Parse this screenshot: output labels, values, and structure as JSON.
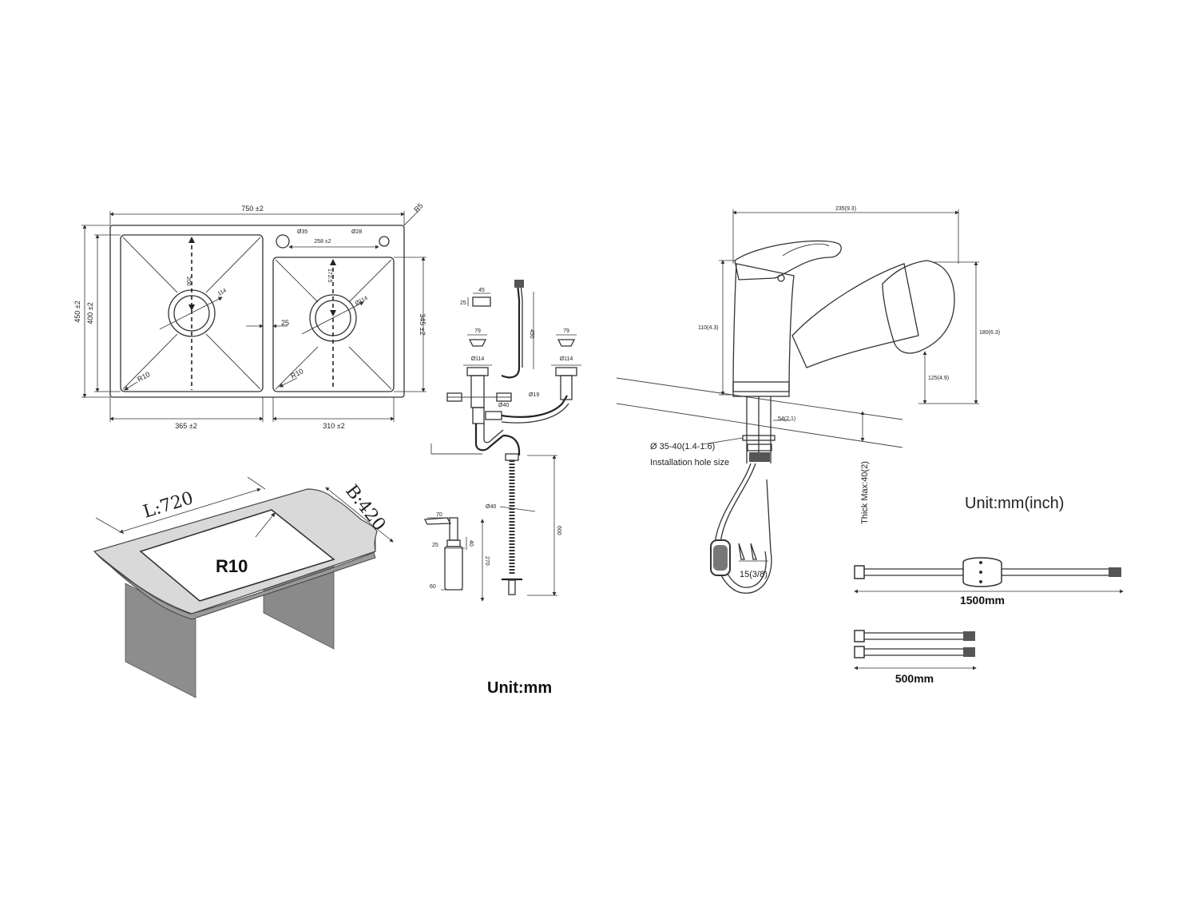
{
  "sink_top_view": {
    "overall_width": "750 ±2",
    "radius_corner": "R5",
    "overall_height": "450 ±2",
    "inner_height": "400 ±2",
    "right_height": "345 ±2",
    "left_bowl_width": "365 ±2",
    "right_bowl_width": "310 ±2",
    "tap_hole_diameter": "Ø35",
    "tap_hole_spacing": "258 ±2",
    "soap_hole_diameter": "Ø28",
    "left_drain_offset": "200",
    "right_drain_offset": "172.5",
    "left_drain_diameter": "114",
    "right_drain_diameter": "Ø114",
    "divider_width": "25",
    "left_bowl_radius": "R10",
    "right_bowl_radius": "R10"
  },
  "drain_kit": {
    "clip_width": "45",
    "clip_height": "25",
    "overflow_length": "450",
    "left_strainer_width": "79",
    "right_strainer_width": "79",
    "left_strainer_diameter": "Ø114",
    "right_strainer_diameter": "Ø114",
    "side_pipe_diameter": "Ø19",
    "outlet_diameter": "Ø40",
    "waste_pipe_diameter": "Ø40",
    "waste_pipe_length": "600",
    "unit": "Unit:mm"
  },
  "soap_dispenser": {
    "spout_length": "70",
    "neck_height": "40",
    "collar_width": "25",
    "total_height": "270",
    "bottle_width": "60"
  },
  "cutout_view": {
    "length_label": "L:720",
    "width_label": "B:420",
    "radius_label": "R10"
  },
  "faucet": {
    "overall_reach": "235(9.3)",
    "body_height": "110(4.3)",
    "overall_height": "180(6.3)",
    "spout_height": "125(4.9)",
    "base_diameter": "54(2.1)",
    "hole_size": "Ø 35-40(1.4-1.6)",
    "hole_size_label": "Installation hole size",
    "thick_max": "Thick Max:40(2)",
    "thread_size": "15(3/8)",
    "unit": "Unit:mm(inch)"
  },
  "hoses": {
    "long_hose_length": "1500mm",
    "short_hose_length": "500mm"
  },
  "colors": {
    "line": "#333333",
    "gray_fill": "#8a8a8a",
    "background": "#ffffff"
  }
}
